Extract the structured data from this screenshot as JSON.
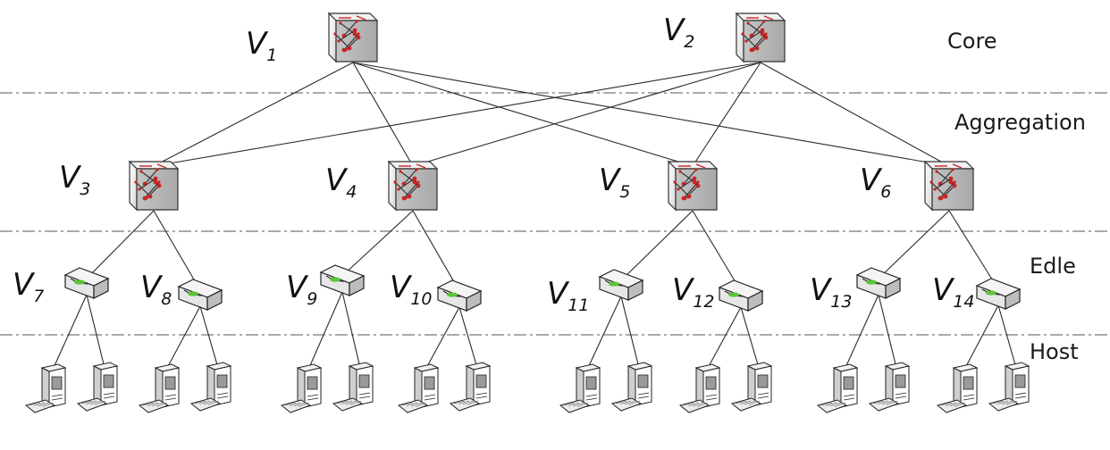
{
  "layers": [
    {
      "id": "core",
      "label": "Core"
    },
    {
      "id": "aggregation",
      "label": "Aggregation"
    },
    {
      "id": "edge",
      "label": "Edle"
    },
    {
      "id": "host",
      "label": "Host"
    }
  ],
  "nodes": [
    {
      "id": "v1",
      "base": "V",
      "sub": "1",
      "type": "core-switch"
    },
    {
      "id": "v2",
      "base": "V",
      "sub": "2",
      "type": "core-switch"
    },
    {
      "id": "v3",
      "base": "V",
      "sub": "3",
      "type": "aggregation-switch"
    },
    {
      "id": "v4",
      "base": "V",
      "sub": "4",
      "type": "aggregation-switch"
    },
    {
      "id": "v5",
      "base": "V",
      "sub": "5",
      "type": "aggregation-switch"
    },
    {
      "id": "v6",
      "base": "V",
      "sub": "6",
      "type": "aggregation-switch"
    },
    {
      "id": "v7",
      "base": "V",
      "sub": "7",
      "type": "edge-switch"
    },
    {
      "id": "v8",
      "base": "V",
      "sub": "8",
      "type": "edge-switch"
    },
    {
      "id": "v9",
      "base": "V",
      "sub": "9",
      "type": "edge-switch"
    },
    {
      "id": "v10",
      "base": "V",
      "sub": "10",
      "type": "edge-switch"
    },
    {
      "id": "v11",
      "base": "V",
      "sub": "11",
      "type": "edge-switch"
    },
    {
      "id": "v12",
      "base": "V",
      "sub": "12",
      "type": "edge-switch"
    },
    {
      "id": "v13",
      "base": "V",
      "sub": "13",
      "type": "edge-switch"
    },
    {
      "id": "v14",
      "base": "V",
      "sub": "14",
      "type": "edge-switch"
    }
  ],
  "links": [
    [
      "v1",
      "v3"
    ],
    [
      "v1",
      "v4"
    ],
    [
      "v1",
      "v5"
    ],
    [
      "v1",
      "v6"
    ],
    [
      "v2",
      "v3"
    ],
    [
      "v2",
      "v4"
    ],
    [
      "v2",
      "v5"
    ],
    [
      "v2",
      "v6"
    ],
    [
      "v3",
      "v7"
    ],
    [
      "v3",
      "v8"
    ],
    [
      "v4",
      "v9"
    ],
    [
      "v4",
      "v10"
    ],
    [
      "v5",
      "v11"
    ],
    [
      "v5",
      "v12"
    ],
    [
      "v6",
      "v13"
    ],
    [
      "v6",
      "v14"
    ]
  ],
  "hosts_per_edge_switch": 2,
  "colors": {
    "switch_arrow": "#cc2222",
    "edge_led": "#5cc43a",
    "line": "#2a2a2a"
  }
}
